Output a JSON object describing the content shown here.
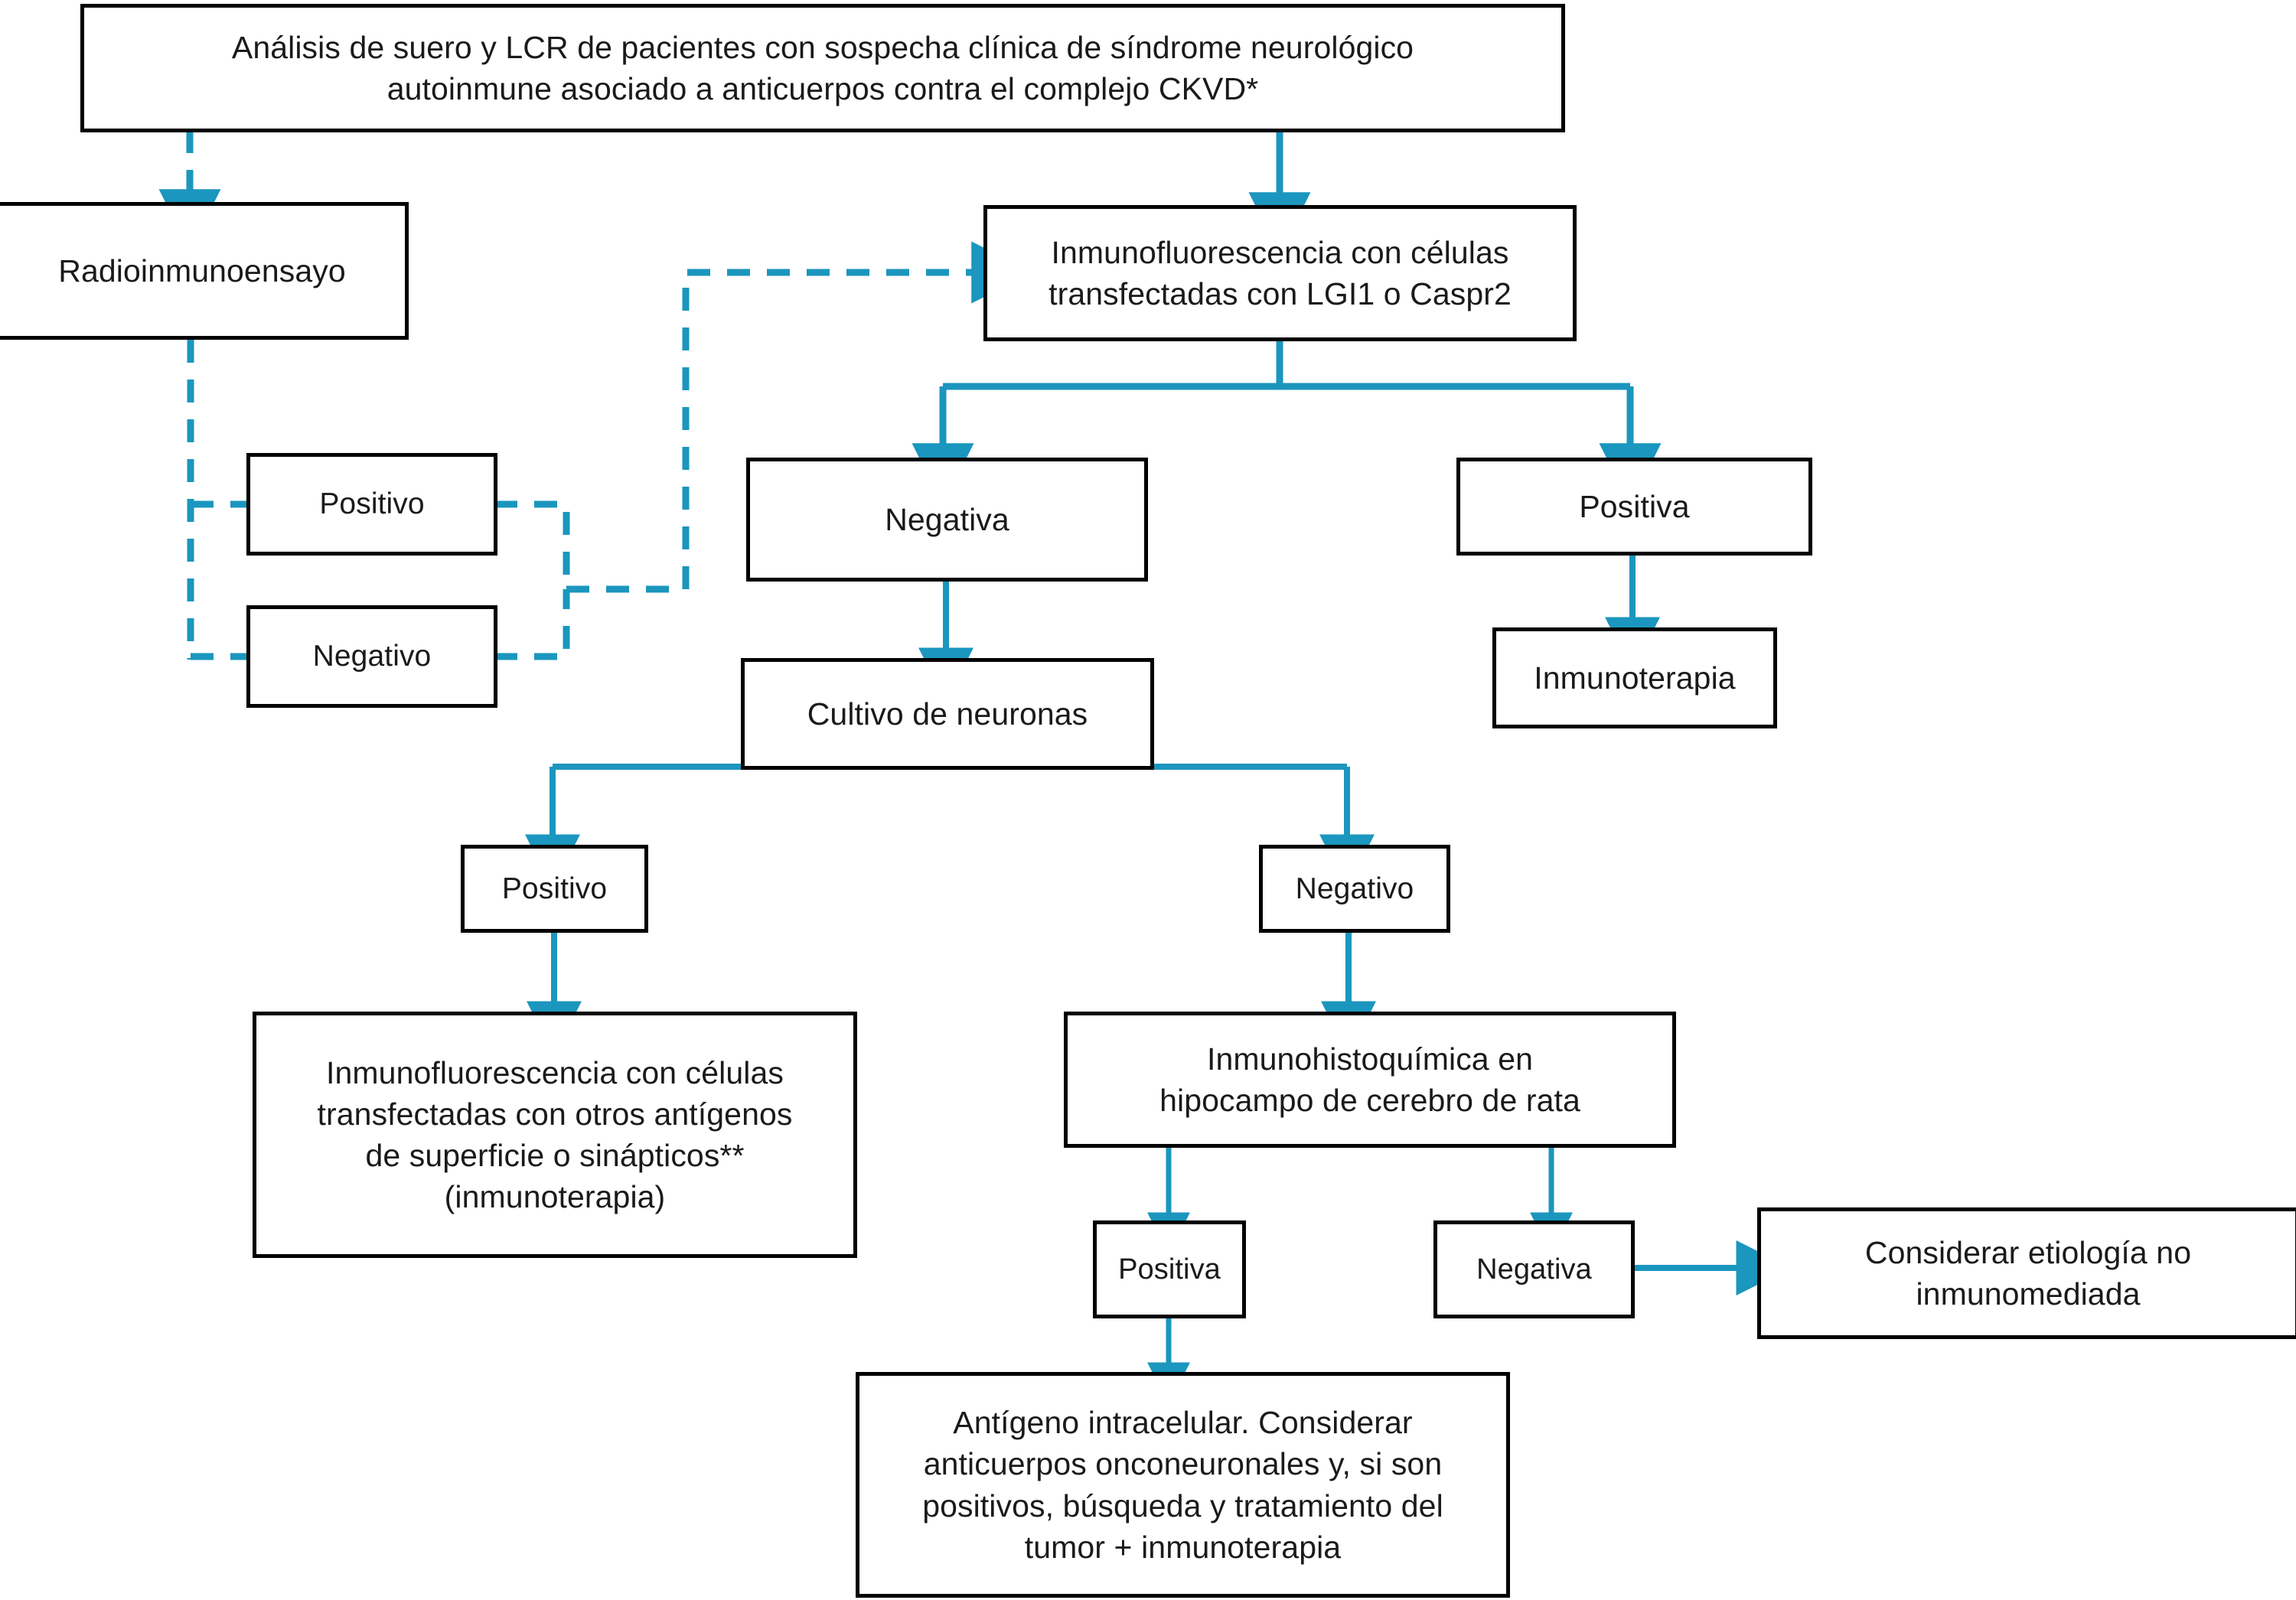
{
  "diagram": {
    "title": "Algoritmo diagnostico de sindrome neurologico autoinmune asociado a anticuerpos contra el complejo CKVD",
    "accent_color": "#1b96be",
    "box_border_color": "#000000",
    "text_color": "#1a1a1a",
    "background_color": "#ffffff"
  },
  "nodes": {
    "root": {
      "label": "Análisis de suero y LCR de pacientes con sospecha clínica de  síndrome neurológico\nautoinmune asociado a anticuerpos contra el complejo CKVD*"
    },
    "rie": {
      "label": "Radioinmunoensayo"
    },
    "rie_positivo": {
      "label": "Positivo"
    },
    "rie_negativo": {
      "label": "Negativo"
    },
    "ifi_lgi1": {
      "label": "Inmunofluorescencia con células\ntransfectadas con LGI1 o Caspr2"
    },
    "ifi_negativa": {
      "label": "Negativa"
    },
    "ifi_positiva": {
      "label": "Positiva"
    },
    "cultivo": {
      "label": "Cultivo de neuronas"
    },
    "inmunoterapia": {
      "label": "Inmunoterapia"
    },
    "cultivo_positivo": {
      "label": "Positivo"
    },
    "cultivo_negativo": {
      "label": "Negativo"
    },
    "ifi_otros": {
      "label": "Inmunofluorescencia con células\ntransfectadas con otros antígenos\nde superficie o sinápticos**\n(inmunoterapia)"
    },
    "ihq": {
      "label": "Inmunohistoquímica en\nhipocampo de cerebro de rata"
    },
    "ihq_positiva": {
      "label": "Positiva"
    },
    "ihq_negativa": {
      "label": "Negativa"
    },
    "no_inmunomediada": {
      "label": "Considerar etiología no\ninmunomediada"
    },
    "antigeno": {
      "label": "Antígeno intracelular. Considerar\nanticuerpos onconeuronales y, si son\npositivos, búsqueda y tratamiento del\ntumor + inmunoterapia"
    }
  },
  "edges": [
    {
      "from": "root",
      "to": "rie",
      "style": "dashed",
      "arrow": true
    },
    {
      "from": "root",
      "to": "ifi_lgi1",
      "style": "solid",
      "arrow": true
    },
    {
      "from": "rie",
      "to": "rie_positivo",
      "style": "dashed",
      "arrow": false
    },
    {
      "from": "rie",
      "to": "rie_negativo",
      "style": "dashed",
      "arrow": false
    },
    {
      "from": "rie_positivo",
      "to": "ifi_lgi1",
      "style": "dashed",
      "arrow": true
    },
    {
      "from": "rie_negativo",
      "to": "ifi_lgi1",
      "style": "dashed",
      "arrow": true
    },
    {
      "from": "ifi_lgi1",
      "to": "ifi_negativa",
      "style": "solid",
      "arrow": true
    },
    {
      "from": "ifi_lgi1",
      "to": "ifi_positiva",
      "style": "solid",
      "arrow": true
    },
    {
      "from": "ifi_negativa",
      "to": "cultivo",
      "style": "solid",
      "arrow": true
    },
    {
      "from": "ifi_positiva",
      "to": "inmunoterapia",
      "style": "solid",
      "arrow": true
    },
    {
      "from": "cultivo",
      "to": "cultivo_positivo",
      "style": "solid",
      "arrow": true
    },
    {
      "from": "cultivo",
      "to": "cultivo_negativo",
      "style": "solid",
      "arrow": true
    },
    {
      "from": "cultivo_positivo",
      "to": "ifi_otros",
      "style": "solid",
      "arrow": true
    },
    {
      "from": "cultivo_negativo",
      "to": "ihq",
      "style": "solid",
      "arrow": true
    },
    {
      "from": "ihq",
      "to": "ihq_positiva",
      "style": "solid",
      "arrow": true
    },
    {
      "from": "ihq",
      "to": "ihq_negativa",
      "style": "solid",
      "arrow": true
    },
    {
      "from": "ihq_negativa",
      "to": "no_inmunomediada",
      "style": "solid",
      "arrow": true
    },
    {
      "from": "ihq_positiva",
      "to": "antigeno",
      "style": "solid",
      "arrow": true
    }
  ]
}
